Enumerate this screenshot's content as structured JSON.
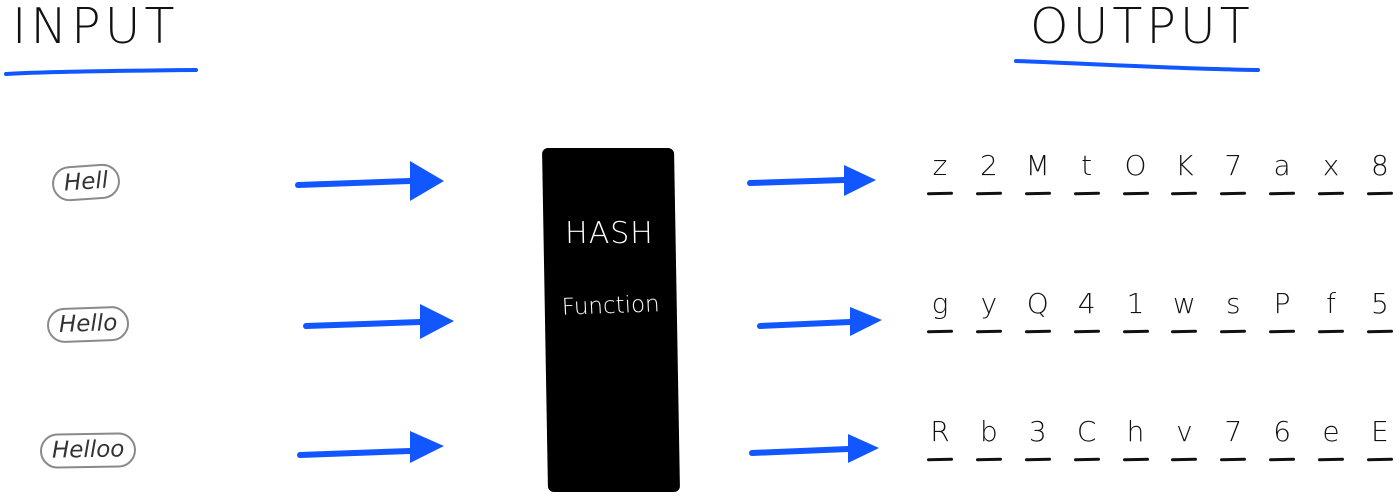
{
  "headings": {
    "input": "INPUT",
    "output": "OUTPUT"
  },
  "inputs": [
    {
      "label": "Hell"
    },
    {
      "label": "Hello"
    },
    {
      "label": "Helloo"
    }
  ],
  "hash": {
    "title": "HASH",
    "subtitle": "Function"
  },
  "outputs": [
    {
      "chars": [
        "z",
        "2",
        "M",
        "t",
        "O",
        "K",
        "7",
        "a",
        "x",
        "8"
      ]
    },
    {
      "chars": [
        "g",
        "y",
        "Q",
        "4",
        "1",
        "w",
        "s",
        "P",
        "f",
        "5"
      ]
    },
    {
      "chars": [
        "R",
        "b",
        "3",
        "C",
        "h",
        "v",
        "7",
        "6",
        "e",
        "E"
      ]
    }
  ],
  "colors": {
    "accent": "#1156ff",
    "box": "#000000",
    "ink": "#111111"
  }
}
